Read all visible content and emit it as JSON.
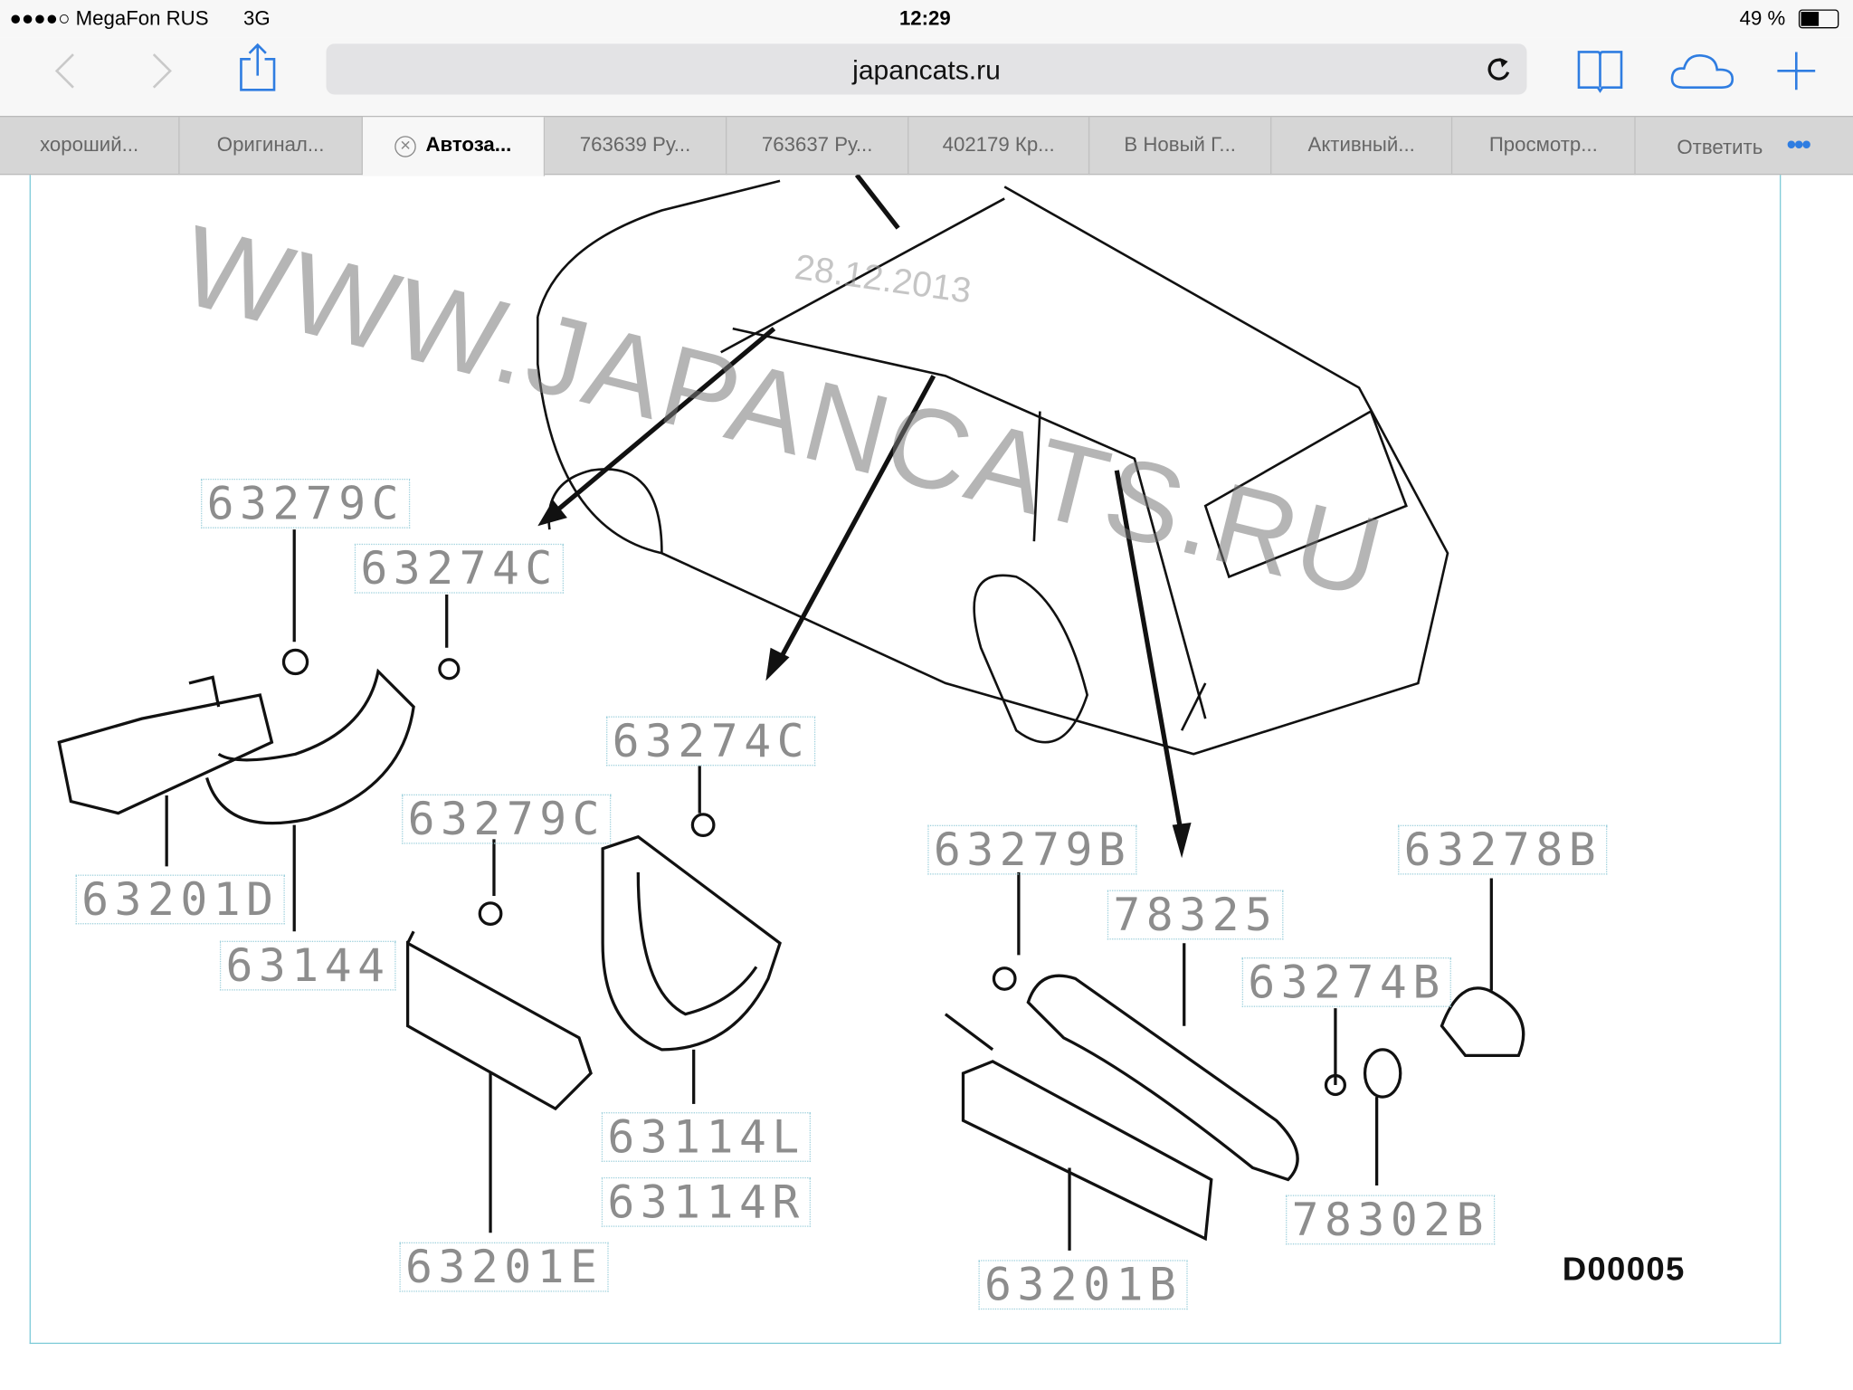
{
  "status": {
    "carrier": "●●●●○ MegaFon RUS",
    "network": "3G",
    "time": "12:29",
    "battery": "49 %",
    "battery_level": 0.49
  },
  "toolbar": {
    "url": "japancats.ru"
  },
  "tabs": [
    {
      "label": "хороший..."
    },
    {
      "label": "Оригинал..."
    },
    {
      "label": "Автоза...",
      "active": true
    },
    {
      "label": "763639 Ру..."
    },
    {
      "label": "763637 Ру..."
    },
    {
      "label": "402179 Кр..."
    },
    {
      "label": "В Новый Г..."
    },
    {
      "label": "Активный..."
    },
    {
      "label": "Просмотр..."
    },
    {
      "label": "Ответить"
    }
  ],
  "diagram": {
    "watermark": "WWW.JAPANCATS.RU",
    "date": "28.12.2013",
    "code": "D00005",
    "labels": [
      "63279C",
      "63274C",
      "63201D",
      "63144",
      "63279C",
      "63274C",
      "63114L",
      "63114R",
      "63201E",
      "63279B",
      "78325",
      "63274B",
      "63278B",
      "78302B",
      "63201B"
    ]
  }
}
